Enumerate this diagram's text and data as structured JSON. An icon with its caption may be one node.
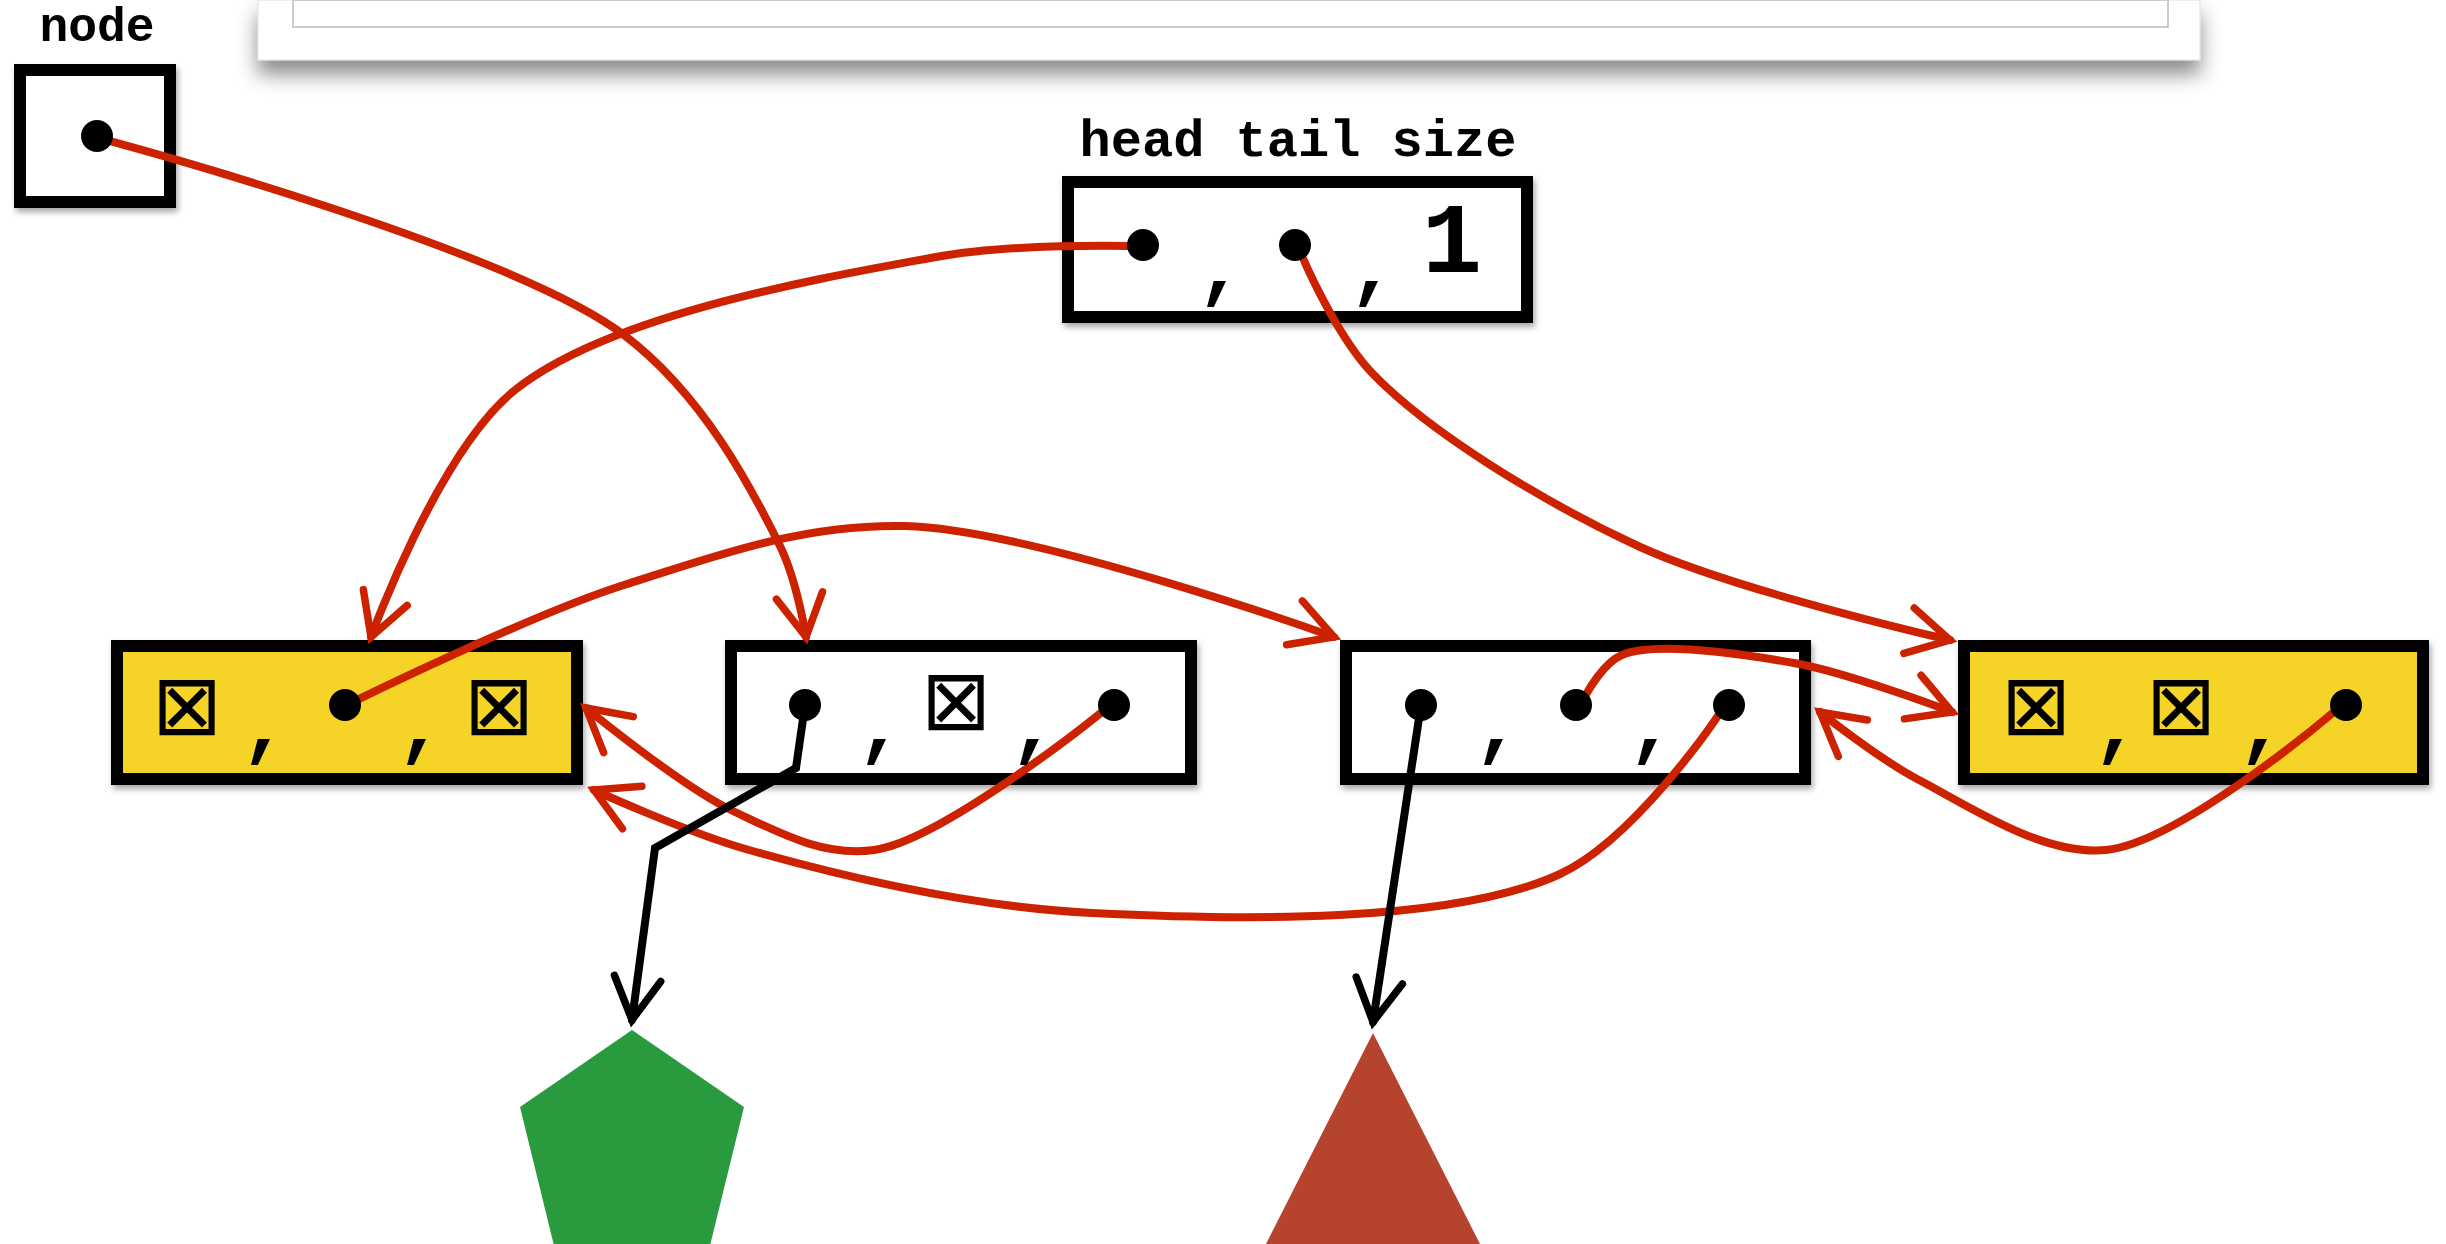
{
  "diagram": {
    "nodes": [
      {
        "text": [
          "node"
        ]
      },
      {
        "text": [],
        "shape": "circle",
        "in": 0
      },
      {
        "text": [
          "head tail size",
          ",",
          ",",
          "1"
        ]
      },
      {
        "text": [],
        "shape": "circle",
        "in": 2
      },
      {
        "text": [],
        "shape": "circle",
        "in": 2
      },
      {
        "text": [
          "⊠",
          ",",
          ",",
          "⊠"
        ]
      },
      {
        "text": [],
        "shape": "circle",
        "in": 5
      },
      {
        "text": [
          ",",
          "⊠",
          ","
        ]
      },
      {
        "text": [],
        "shape": "circle",
        "in": 7
      },
      {
        "text": [],
        "shape": "circle",
        "in": 7
      },
      {
        "text": [
          ",",
          ","
        ]
      },
      {
        "text": [],
        "shape": "circle",
        "in": 10
      },
      {
        "text": [],
        "shape": "circle",
        "in": 10
      },
      {
        "text": [],
        "shape": "circle",
        "in": 10
      },
      {
        "text": [
          "⊠",
          ",",
          "⊠",
          ","
        ]
      },
      {
        "text": [],
        "shape": "circle",
        "in": 14
      },
      {
        "text": [],
        "shape": "pentagon"
      },
      {
        "text": [],
        "shape": "triangle"
      }
    ],
    "edges": [
      {
        "from": 1,
        "to": 7,
        "arrow": "to"
      },
      {
        "from": 3,
        "to": 5,
        "arrow": "to"
      },
      {
        "from": 4,
        "to": 14,
        "arrow": "to"
      },
      {
        "from": 6,
        "to": 10,
        "arrow": "to"
      },
      {
        "from": 9,
        "to": 5,
        "arrow": "to"
      },
      {
        "from": 13,
        "to": 5,
        "arrow": "to"
      },
      {
        "from": 12,
        "to": 14,
        "arrow": "to"
      },
      {
        "from": 15,
        "to": 10,
        "arrow": "to"
      },
      {
        "from": 8,
        "to": 16,
        "arrow": "to",
        "color": "#000000"
      },
      {
        "from": 11,
        "to": 17,
        "arrow": "to",
        "color": "#000000"
      }
    ]
  }
}
